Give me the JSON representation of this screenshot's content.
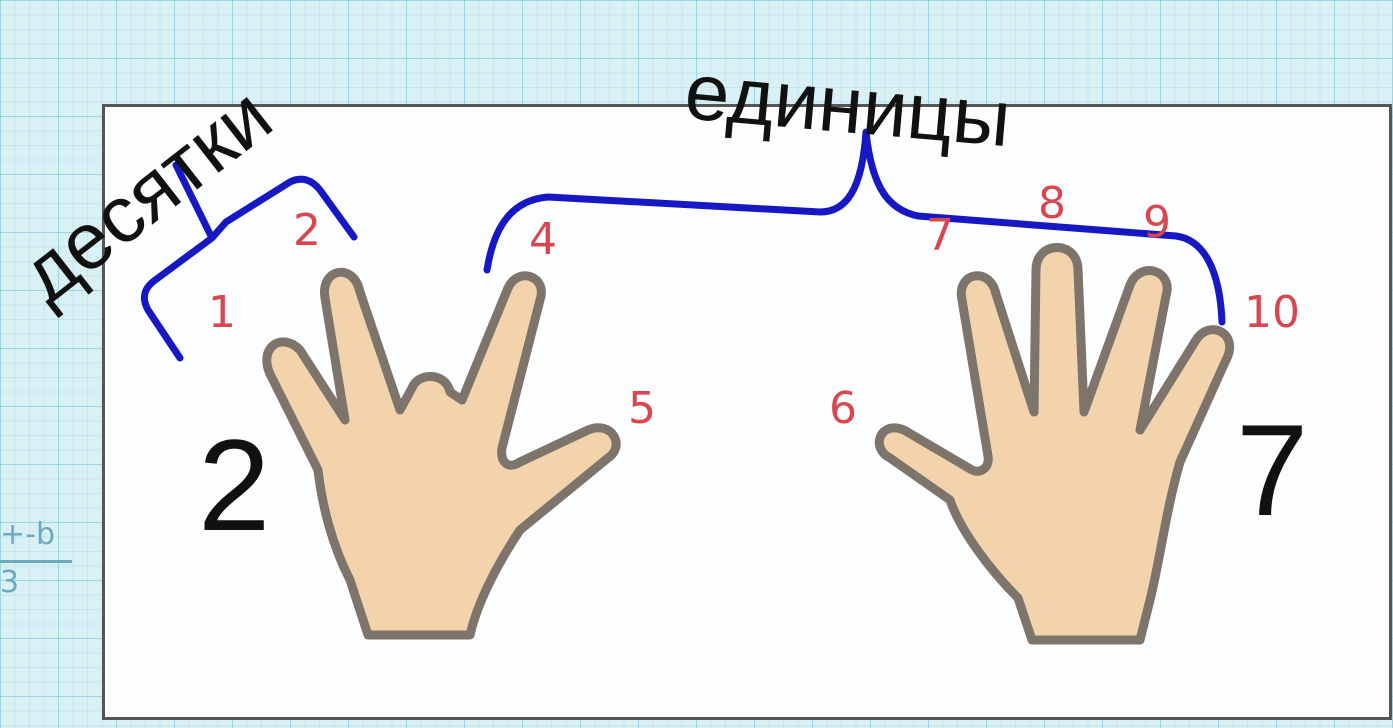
{
  "labels": {
    "tens": "десятки",
    "units": "единицы"
  },
  "numbers": {
    "left_hand": "2",
    "right_hand": "7"
  },
  "finger_numbers": [
    "1",
    "2",
    "4",
    "5",
    "6",
    "7",
    "8",
    "9",
    "10"
  ],
  "side_fragment": {
    "top": "+-b",
    "bottom": "3"
  },
  "colors": {
    "brace": "#1717c4",
    "finger_number": "#d8474f",
    "hand_fill": "#f2d3ab",
    "hand_outline": "#7d746c",
    "grid_background": "#d9f1f5"
  }
}
